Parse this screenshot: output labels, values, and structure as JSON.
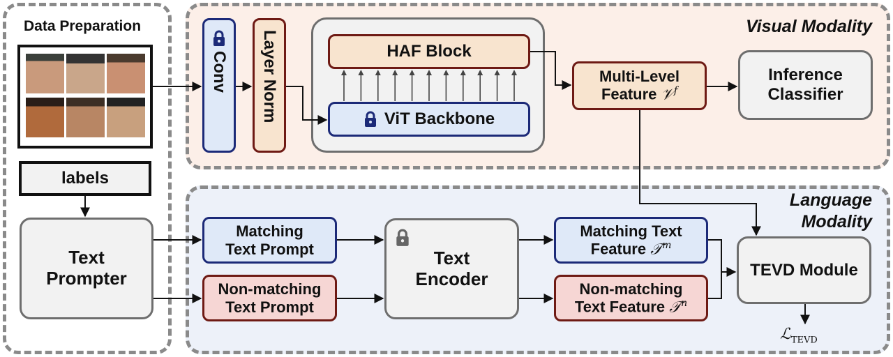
{
  "data_preparation": {
    "title": "Data Preparation",
    "labels_box": "labels",
    "text_prompter": [
      "Text",
      "Prompter"
    ]
  },
  "visual": {
    "title": "Visual Modality",
    "conv": "Conv",
    "layer_norm": "Layer Norm",
    "haf_block": "HAF Block",
    "vit_backbone": "ViT Backbone",
    "multi_level": [
      "Multi-Level",
      "Feature"
    ],
    "multi_level_symbol": "𝒱",
    "multi_level_sup": "f",
    "inference": [
      "Inference",
      "Classifier"
    ]
  },
  "language": {
    "title": [
      "Language",
      "Modality"
    ],
    "matching_prompt": [
      "Matching",
      "Text Prompt"
    ],
    "nonmatching_prompt": [
      "Non-matching",
      "Text Prompt"
    ],
    "text_encoder": [
      "Text",
      "Encoder"
    ],
    "matching_feature": [
      "Matching Text",
      "Feature"
    ],
    "matching_symbol": "𝒯",
    "matching_sup": "m",
    "nonmatching_feature": [
      "Non-matching",
      "Text Feature"
    ],
    "nonmatching_symbol": "𝒯",
    "nonmatching_sup": "n",
    "tevd_module": "TEVD Module",
    "loss_symbol": "ℒ",
    "loss_sub": "TEVD"
  },
  "colors": {
    "blue_border": "#1c2a78",
    "red_border": "#6e1a14",
    "grey_border": "#6e6e6e"
  }
}
